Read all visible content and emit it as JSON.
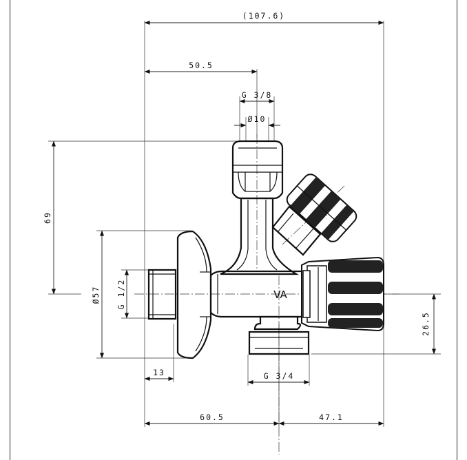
{
  "dimensions": {
    "overall_width": "(107.6)",
    "inlet_to_top_axis": "50.5",
    "top_thread": "G 3/8",
    "top_diameter": "Ø10",
    "height": "69",
    "flange_diameter": "Ø57",
    "inlet_thread": "G 1/2",
    "inlet_length": "13",
    "bottom_thread": "G 3/4",
    "bottom_offset": "26.5",
    "left_to_axis": "60.5",
    "axis_to_right": "47.1"
  },
  "body_logo": "VA"
}
